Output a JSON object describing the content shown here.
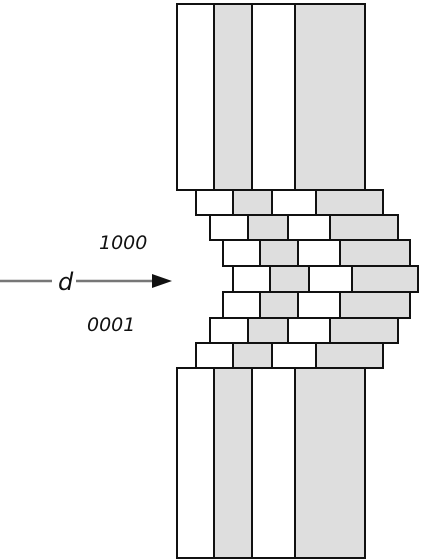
{
  "labels": {
    "upper": "1000",
    "lower": "0001",
    "direction": "d"
  },
  "colors": {
    "white_layer": "#ffffff",
    "gray_layer": "#dedede",
    "outline": "#111111"
  }
}
